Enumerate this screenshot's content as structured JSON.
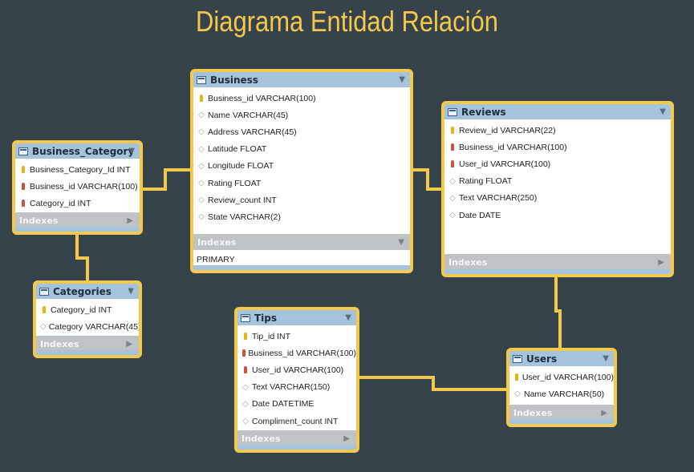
{
  "title": "Diagrama Entidad Relación",
  "indexes_label": "Indexes",
  "icons": {
    "key": "key-icon",
    "fk": "foreign-key-icon",
    "col": "diamond-icon",
    "table": "table-icon",
    "collapse": "chevron-down-icon",
    "expand": "chevron-right-icon"
  },
  "colors": {
    "background": "#37434a",
    "accent": "#f3c94b",
    "header": "#a5c3dd",
    "indexes": "#bfc3c6"
  },
  "tables": {
    "business": {
      "name": "Business",
      "columns": [
        {
          "text": "Business_id VARCHAR(100)",
          "kind": "key"
        },
        {
          "text": "Name VARCHAR(45)",
          "kind": "col"
        },
        {
          "text": "Address VARCHAR(45)",
          "kind": "col"
        },
        {
          "text": "Latitude FLOAT",
          "kind": "col"
        },
        {
          "text": "Longitude FLOAT",
          "kind": "col"
        },
        {
          "text": "Rating FLOAT",
          "kind": "col"
        },
        {
          "text": "Review_count INT",
          "kind": "col"
        },
        {
          "text": "State VARCHAR(2)",
          "kind": "col"
        }
      ],
      "index_rows": [
        "PRIMARY"
      ]
    },
    "business_category": {
      "name": "Business_Category",
      "columns": [
        {
          "text": "Business_Category_Id INT",
          "kind": "key"
        },
        {
          "text": "Business_id VARCHAR(100)",
          "kind": "fk"
        },
        {
          "text": "Category_id INT",
          "kind": "fk"
        }
      ]
    },
    "categories": {
      "name": "Categories",
      "columns": [
        {
          "text": "Category_id INT",
          "kind": "key"
        },
        {
          "text": "Category VARCHAR(45)",
          "kind": "col"
        }
      ]
    },
    "reviews": {
      "name": "Reviews",
      "columns": [
        {
          "text": "Review_id VARCHAR(22)",
          "kind": "key"
        },
        {
          "text": "Business_id VARCHAR(100)",
          "kind": "fk"
        },
        {
          "text": "User_id VARCHAR(100)",
          "kind": "fk"
        },
        {
          "text": "Rating FLOAT",
          "kind": "col"
        },
        {
          "text": "Text VARCHAR(250)",
          "kind": "col"
        },
        {
          "text": "Date DATE",
          "kind": "col"
        }
      ]
    },
    "tips": {
      "name": "Tips",
      "columns": [
        {
          "text": "Tip_id INT",
          "kind": "key"
        },
        {
          "text": "Business_id VARCHAR(100)",
          "kind": "fk"
        },
        {
          "text": "User_id VARCHAR(100)",
          "kind": "fk"
        },
        {
          "text": "Text VARCHAR(150)",
          "kind": "col"
        },
        {
          "text": "Date DATETIME",
          "kind": "col"
        },
        {
          "text": "Compliment_count INT",
          "kind": "col"
        }
      ]
    },
    "users": {
      "name": "Users",
      "columns": [
        {
          "text": "User_id VARCHAR(100)",
          "kind": "key"
        },
        {
          "text": "Name VARCHAR(50)",
          "kind": "col"
        }
      ]
    }
  }
}
